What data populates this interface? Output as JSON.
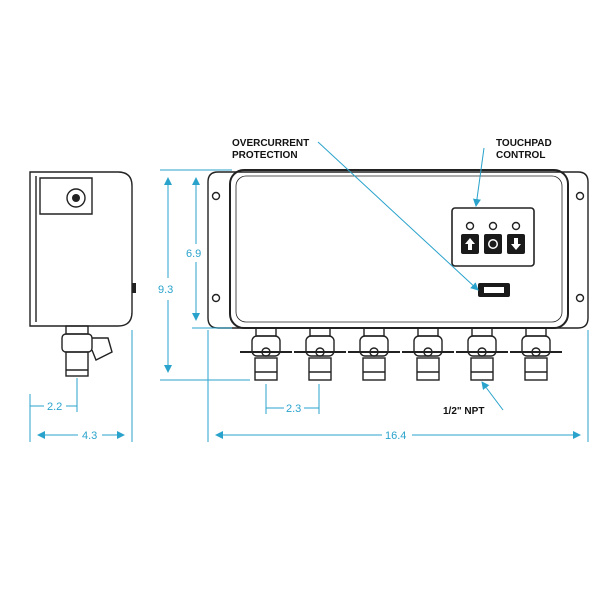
{
  "callouts": {
    "overcurrent_line1": "OVERCURRENT",
    "overcurrent_line2": "PROTECTION",
    "touchpad_line1": "TOUCHPAD",
    "touchpad_line2": "CONTROL",
    "npt": "1/2\" NPT"
  },
  "dimensions": {
    "height_total": "9.3",
    "height_box": "6.9",
    "side_offset": "2.2",
    "side_depth": "4.3",
    "valve_spacing": "2.3",
    "total_width": "16.4"
  },
  "valve_count": 6,
  "colors": {
    "dimension": "#2aa3cc",
    "ink": "#222222",
    "panel": "#1a1a1a"
  },
  "icons": [
    "up-arrow-icon",
    "stop-circle-icon",
    "down-arrow-icon"
  ]
}
